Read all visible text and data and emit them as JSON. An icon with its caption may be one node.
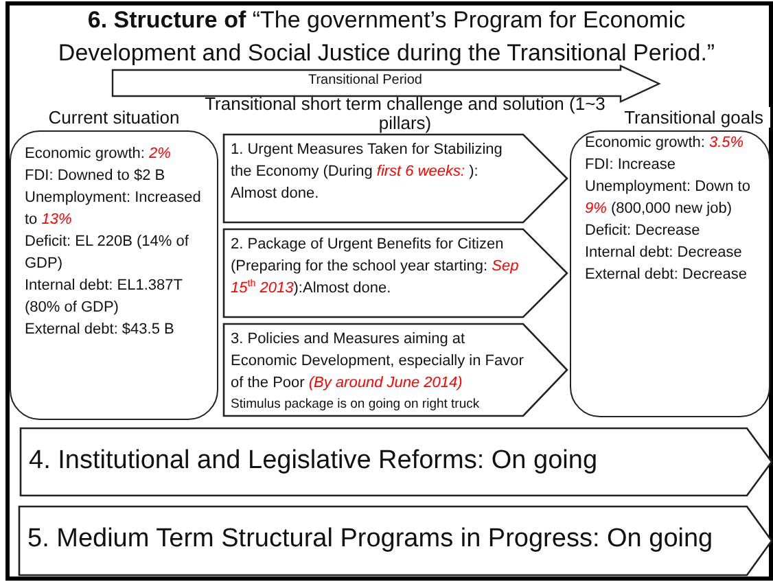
{
  "diagram": {
    "title": "**6. Structure of** “The government’s Program for Economic Development and Social Justice during the Transitional Period.”",
    "nodes": [
      {
        "text": [
          "Transitional Period"
        ]
      },
      {
        "text": [
          "Current situation",
          "Economic growth: *2%*",
          "FDI: Downed to $2 B",
          "Unemployment: Increased to *13%*",
          "Deficit: EL 220B (14% of GDP)",
          "Internal debt: EL1.387T (80% of GDP)",
          "External debt: $43.5 B"
        ]
      },
      {
        "text": [
          "1. Urgent Measures Taken for Stabilizing the Economy (During *first 6 weeks:* ): Almost done."
        ]
      },
      {
        "text": [
          "2. Package of Urgent Benefits for Citizen (Preparing for the school year starting: *Sep 15*$^{th}$ *2013*):Almost done."
        ]
      },
      {
        "text": [
          "3. Policies and Measures aiming at Economic Development, especially in Favor of the Poor *(By around June 2014)*",
          "Stimulus package is on going on right truck"
        ]
      },
      {
        "text": [
          "Transitional goals",
          "Economic growth: *3.5%*",
          "FDI: Increase",
          "Unemployment: Down to *9%* (800,000 new job)",
          "Deficit: Decrease",
          "Internal debt: Decrease",
          "External debt: Decrease"
        ]
      },
      {
        "text": [
          "4. Institutional and Legislative Reforms: On going"
        ]
      },
      {
        "text": [
          "5. Medium Term Structural Programs in Progress: On going"
        ]
      }
    ],
    "labels": [
      "Transitional short term challenge and solution (1~3 pillars)"
    ]
  }
}
